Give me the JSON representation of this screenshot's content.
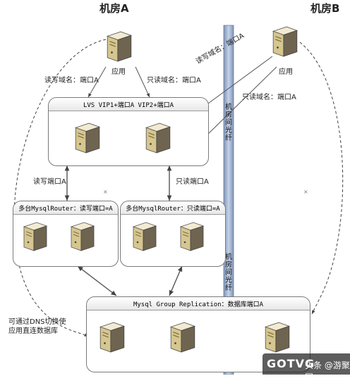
{
  "rooms": {
    "a": "机房A",
    "b": "机房B"
  },
  "app_labels": {
    "app_a": "应用",
    "app_b": "应用"
  },
  "edges": {
    "rw_domain_a": "读写域名：端口A",
    "ro_domain_a": "只读域名：端口A",
    "rw_domain_b": "读写域名：端口A",
    "ro_domain_b": "只读域名：端口A",
    "rw_port": "读写端口A",
    "ro_port": "只读端口A"
  },
  "groups": {
    "lvs": "LVS VIP1+端口A VIP2+端口A",
    "router_rw": "多台MysqlRouter：读写端口=A",
    "router_ro": "多台MysqlRouter：只读端口=A",
    "mgr": "Mysql Group Replication：数据库端口A"
  },
  "fiber": {
    "top": "机房间光纤",
    "bottom": "机房间光纤"
  },
  "dns_note": {
    "line1": "可通过DNS切换使",
    "line2": "应用直连数据库"
  },
  "watermark": {
    "logo": "GOTVG",
    "text": "头条 @游聚网"
  },
  "colors": {
    "fiber": "#9fb3d1",
    "server": "#e2d4a4",
    "line": "#555555"
  }
}
